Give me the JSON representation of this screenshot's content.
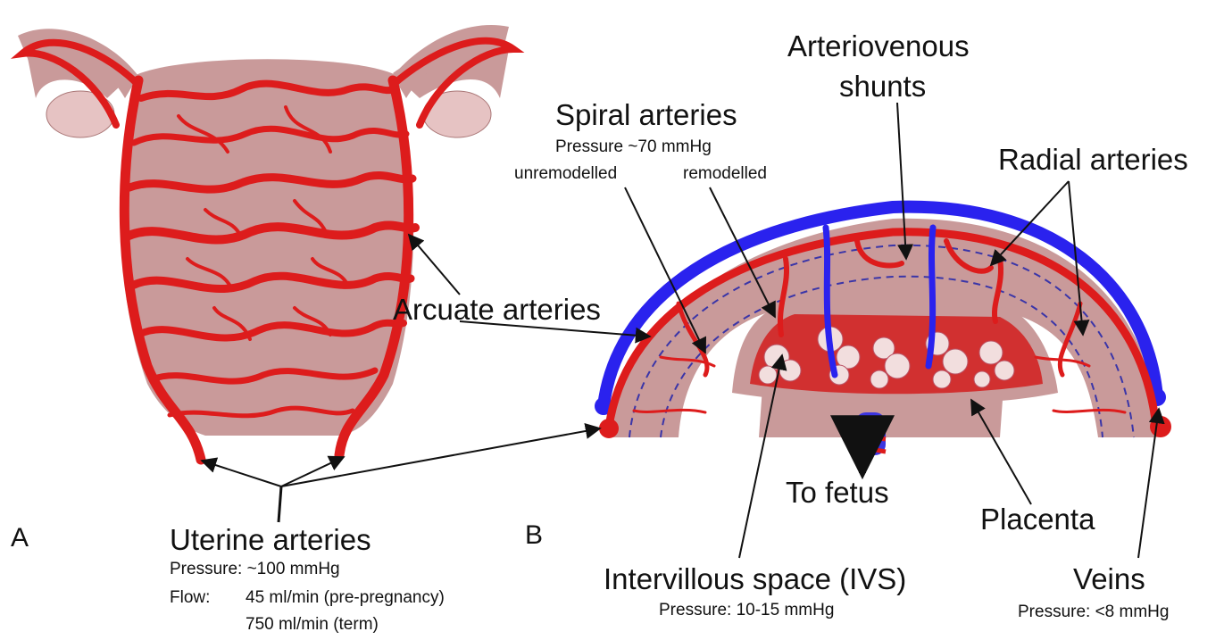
{
  "panels": {
    "a": "A",
    "b": "B"
  },
  "labels": {
    "arcuate": "Arcuate arteries",
    "uterine": "Uterine arteries",
    "uterine_pressure": "Pressure: ~100 mmHg",
    "uterine_flow_label": "Flow:",
    "uterine_flow_pre": "45 ml/min (pre-pregnancy)",
    "uterine_flow_term": "750 ml/min (term)",
    "arteriovenous_line1": "Arteriovenous",
    "arteriovenous_line2": "shunts",
    "spiral": "Spiral arteries",
    "spiral_pressure": "Pressure ~70 mmHg",
    "unremodelled": "unremodelled",
    "remodelled": "remodelled",
    "radial": "Radial arteries",
    "to_fetus": "To fetus",
    "placenta": "Placenta",
    "ivs": "Intervillous space (IVS)",
    "ivs_pressure": "Pressure: 10-15 mmHg",
    "veins": "Veins",
    "veins_pressure": "Pressure: <8 mmHg"
  },
  "colors": {
    "tissue": "#c99a9a",
    "tissue_light": "#e6c3c3",
    "artery": "#dd1c1c",
    "vein": "#2a22ee",
    "arrow": "#111111"
  }
}
